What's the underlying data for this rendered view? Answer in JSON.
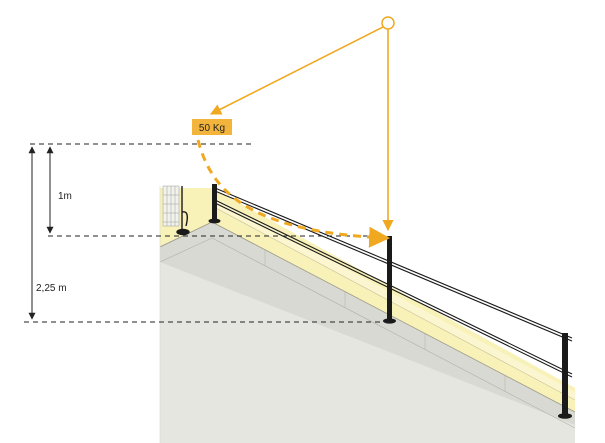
{
  "labels": {
    "weight": "50 Kg",
    "height_small": "1m",
    "height_large": "2,25 m"
  },
  "colors": {
    "accent": "#f0a820",
    "weight_box": "#f2b43a",
    "deck_face": "#e5e5df",
    "deck_top": "#ececea",
    "parapet_yellow": "#f8f1b8",
    "railing": "#1a1a1a",
    "dim_line": "#222222"
  }
}
